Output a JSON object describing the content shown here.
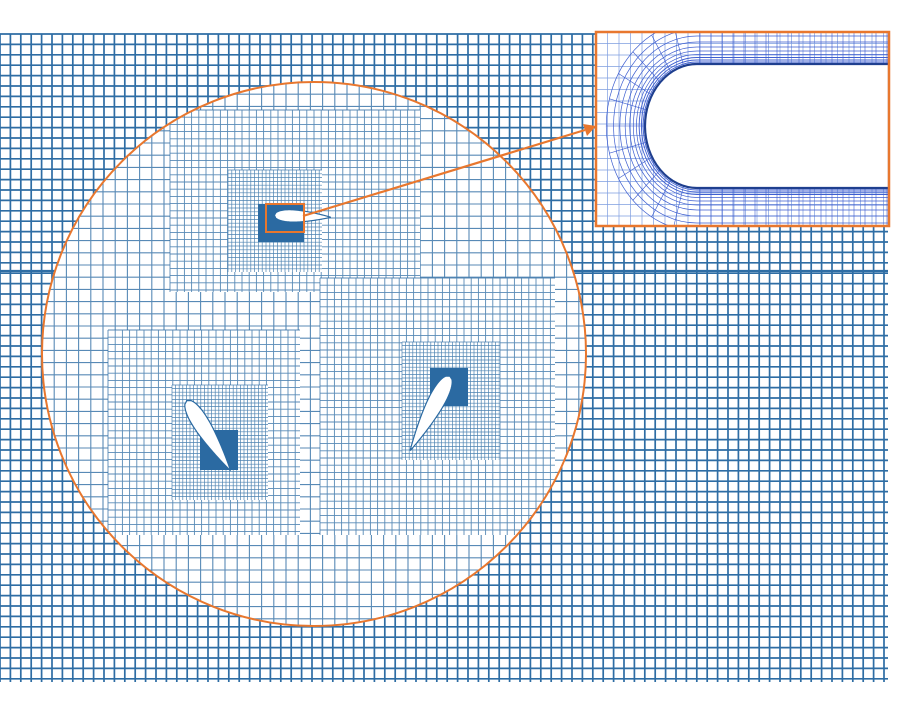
{
  "figure": {
    "kind": "cfd-overset-mesh",
    "mesh_color": "#2e6da4",
    "mesh_dense_color": "#2b6aa2",
    "highlight_color": "#e8772e",
    "background_color": "#ffffff",
    "airfoil_fill": "#ffffff",
    "airfoil_count": 3,
    "inset": {
      "shows": "leading-edge-boundary-layer-mesh"
    }
  }
}
